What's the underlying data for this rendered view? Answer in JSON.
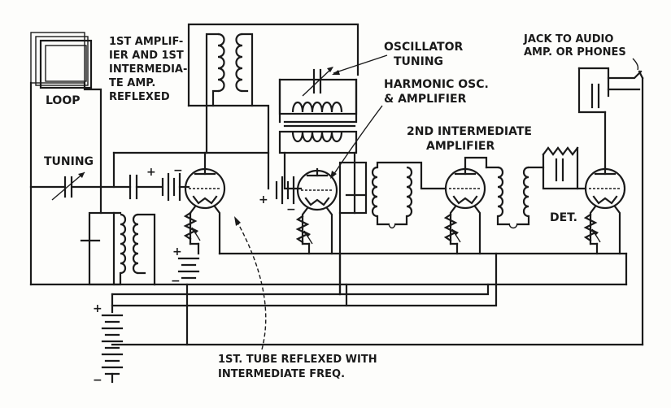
{
  "labels": {
    "loop": "LOOP",
    "tuning": "TUNING",
    "amp1_line1": "1ST AMPLIF-",
    "amp1_line2": "IER AND 1ST",
    "amp1_line3": "INTERMEDIA-",
    "amp1_line4": "TE AMP.",
    "amp1_line5": "REFLEXED",
    "osc_line1": "OSCILLATOR",
    "osc_line2": "TUNING",
    "harm_line1": "HARMONIC OSC.",
    "harm_line2": "& AMPLIFIER",
    "inter2_line1": "2ND INTERMEDIATE",
    "inter2_line2": "AMPLIFIER",
    "jack_line1": "JACK TO AUDIO",
    "jack_line2": "AMP. OR PHONES",
    "det": "DET.",
    "reflex_line1": "1ST. TUBE REFLEXED WITH",
    "reflex_line2": "INTERMEDIATE FREQ.",
    "plus": "+",
    "minus": "−"
  }
}
